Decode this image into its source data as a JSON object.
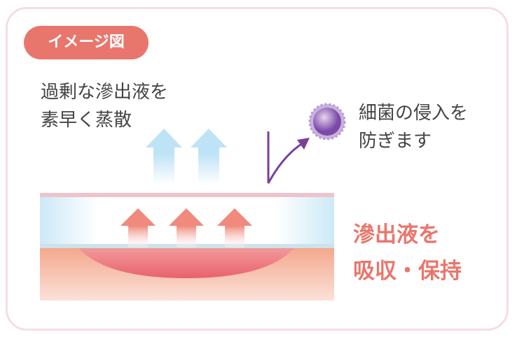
{
  "badge": "イメージ図",
  "evaporate": {
    "line1": "過剰な滲出液を",
    "line2": "素早く蒸散"
  },
  "bacteria": {
    "line1": "細菌の侵入を",
    "line2": "防ぎます"
  },
  "absorb": {
    "line1": "滲出液を",
    "line2": "吸収・保持"
  },
  "colors": {
    "accent": "#e9766c",
    "border": "#f6dde2",
    "bacteria": "#8a5ab0"
  }
}
